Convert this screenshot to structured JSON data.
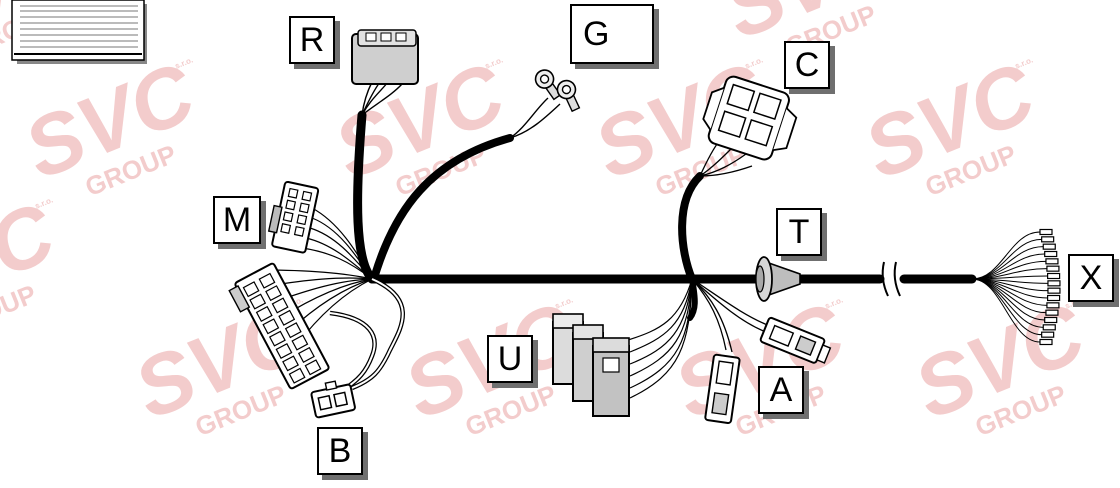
{
  "diagram": {
    "labels": {
      "R": "R",
      "G": "G",
      "C": "C",
      "M": "M",
      "T": "T",
      "X": "X",
      "U": "U",
      "A": "A",
      "B": "B"
    },
    "watermark": {
      "brand": "SVC",
      "group": "GROUP",
      "suffix": "s.r.o."
    },
    "colors": {
      "harness": "#000000",
      "watermark": "#f0b4b4",
      "label_shadow": "#6f6f6f"
    }
  }
}
